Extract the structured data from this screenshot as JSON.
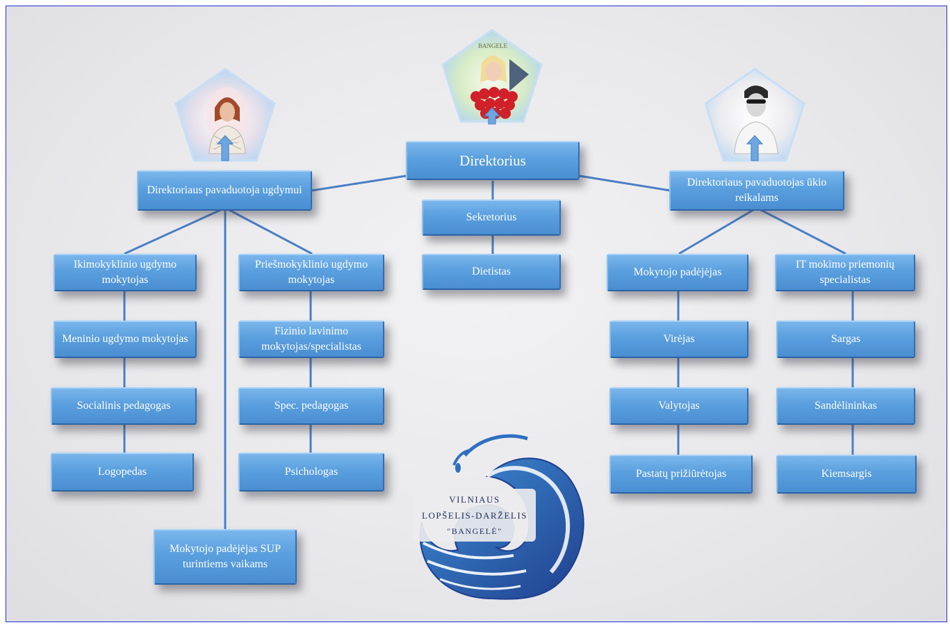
{
  "director": "Direktorius",
  "deputy_education": "Direktoriaus pavaduotoja ugdymui",
  "deputy_economic": "Direktoriaus pavaduotojas ūkio reikalams",
  "center_column": [
    "Sekretorius",
    "Dietistas"
  ],
  "left_column_a": [
    "Ikimokyklinio ugdymo mokytojas",
    "Meninio ugdymo mokytojas",
    "Socialinis pedagogas",
    "Logopedas"
  ],
  "left_column_b": [
    "Priešmokyklinio ugdymo mokytojas",
    "Fizinio lavinimo mokytojas/specialistas",
    "Spec. pedagogas",
    "Psichologas"
  ],
  "left_bottom": "Mokytojo padėjėjas SUP turintiems vaikams",
  "right_column_a": [
    "Mokytojo padėjėjas",
    "Virėjas",
    "Valytojas",
    "Pastatų prižiūrėtojas"
  ],
  "right_column_b": [
    "IT mokimo priemonių specialistas",
    "Sargas",
    "Sandėlininkas",
    "Kiemsargis"
  ],
  "logo": {
    "line1": "VILNIAUS",
    "line2": "LOPŠELIS-DARŽELIS",
    "line3": "\"BANGELĖ\""
  },
  "portrait_center_caption": "BANGELE",
  "colors": {
    "box": "#5a9fde",
    "connector": "#4a7fc4",
    "frame_border": "#1f2fd0",
    "wave_dark": "#1f3f8e",
    "wave_light": "#3f8fd6"
  }
}
